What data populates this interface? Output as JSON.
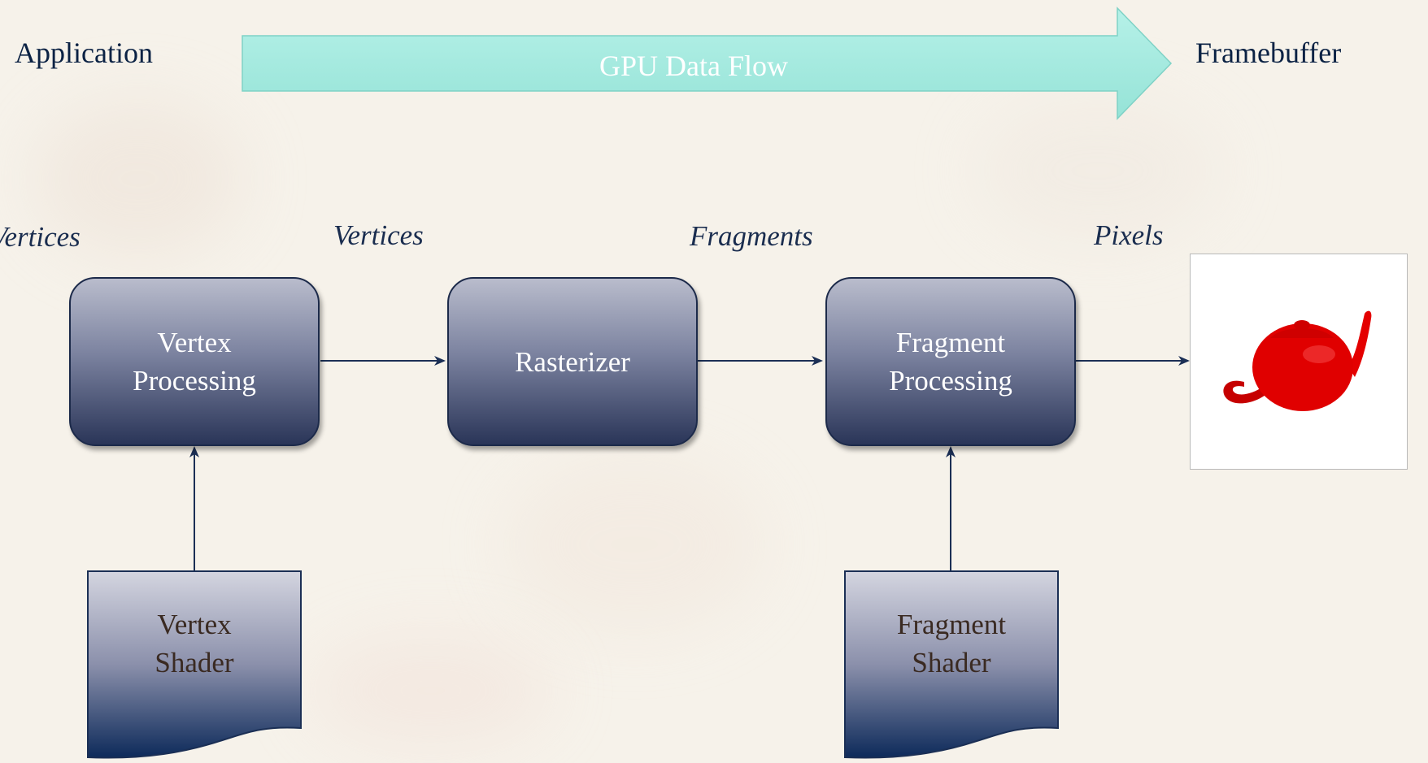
{
  "header": {
    "source_label": "Application",
    "sink_label": "Framebuffer",
    "flow_arrow_label": "GPU Data Flow"
  },
  "flow_labels": {
    "input": "Vertices",
    "after_vertex": "Vertices",
    "after_raster": "Fragments",
    "after_fragment": "Pixels"
  },
  "stages": {
    "vertex": "Vertex\nProcessing",
    "rasterizer": "Rasterizer",
    "fragment": "Fragment\nProcessing"
  },
  "shaders": {
    "vertex": "Vertex\nShader",
    "fragment": "Fragment\nShader"
  },
  "colors": {
    "flow_arrow": "#a6ece2",
    "stage_top": "#b9bccc",
    "stage_bottom": "#2a3558",
    "connector": "#1b2f55",
    "teapot": "#e00000"
  },
  "framebuffer_image": "red-teapot"
}
